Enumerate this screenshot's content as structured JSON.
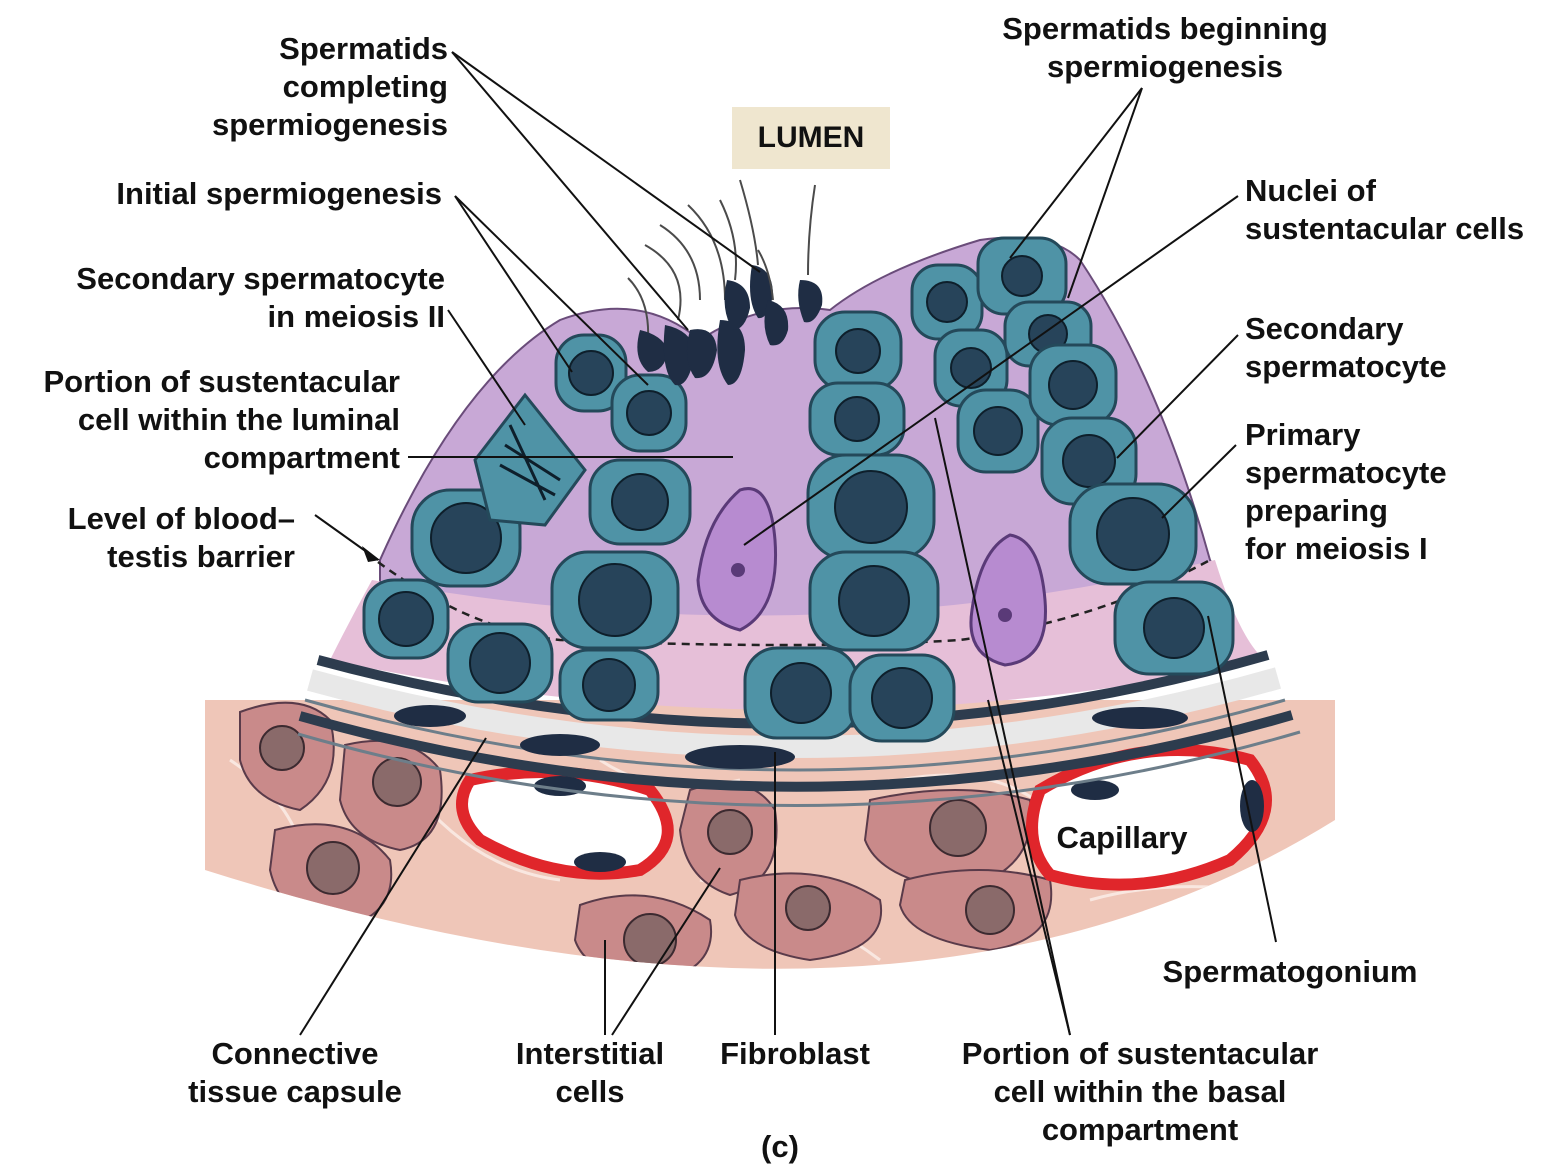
{
  "figure": {
    "lumen": "LUMEN",
    "panel": "(c)",
    "capillary": "Capillary"
  },
  "labels": {
    "spermatids_completing": "Spermatids\ncompleting\nspermiogenesis",
    "initial_spermiogenesis": "Initial spermiogenesis",
    "secondary_in_meiosis_ii": "Secondary spermatocyte\nin meiosis II",
    "sustentacular_luminal": "Portion of sustentacular\ncell within the luminal\ncompartment",
    "blood_testis_barrier": "Level of blood–\ntestis barrier",
    "spermatids_beginning": "Spermatids  beginning\nspermiogenesis",
    "nuclei_sustentacular": "Nuclei of\nsustentacular cells",
    "secondary_spermatocyte": "Secondary\nspermatocyte",
    "primary_spermatocyte": "Primary\nspermatocyte\npreparing\nfor meiosis I",
    "spermatogonium": "Spermatogonium",
    "connective_capsule": "Connective\ntissue capsule",
    "interstitial_cells": "Interstitial\ncells",
    "fibroblast": "Fibroblast",
    "sustentacular_basal": "Portion of sustentacular\ncell within the basal\ncompartment"
  },
  "colors": {
    "luminal_compartment": "#c8a8d6",
    "basal_compartment": "#e6bfd8",
    "germ_cell": "#4f93a6",
    "germ_nucleus": "#27445a",
    "sustentacular_nucleus": "#b78bd0",
    "connective_tissue": "#efc6b8",
    "interstitial_cell": "#c98a8a",
    "capillary_wall": "#e0262b",
    "spermatid_head": "#1f2d44"
  }
}
